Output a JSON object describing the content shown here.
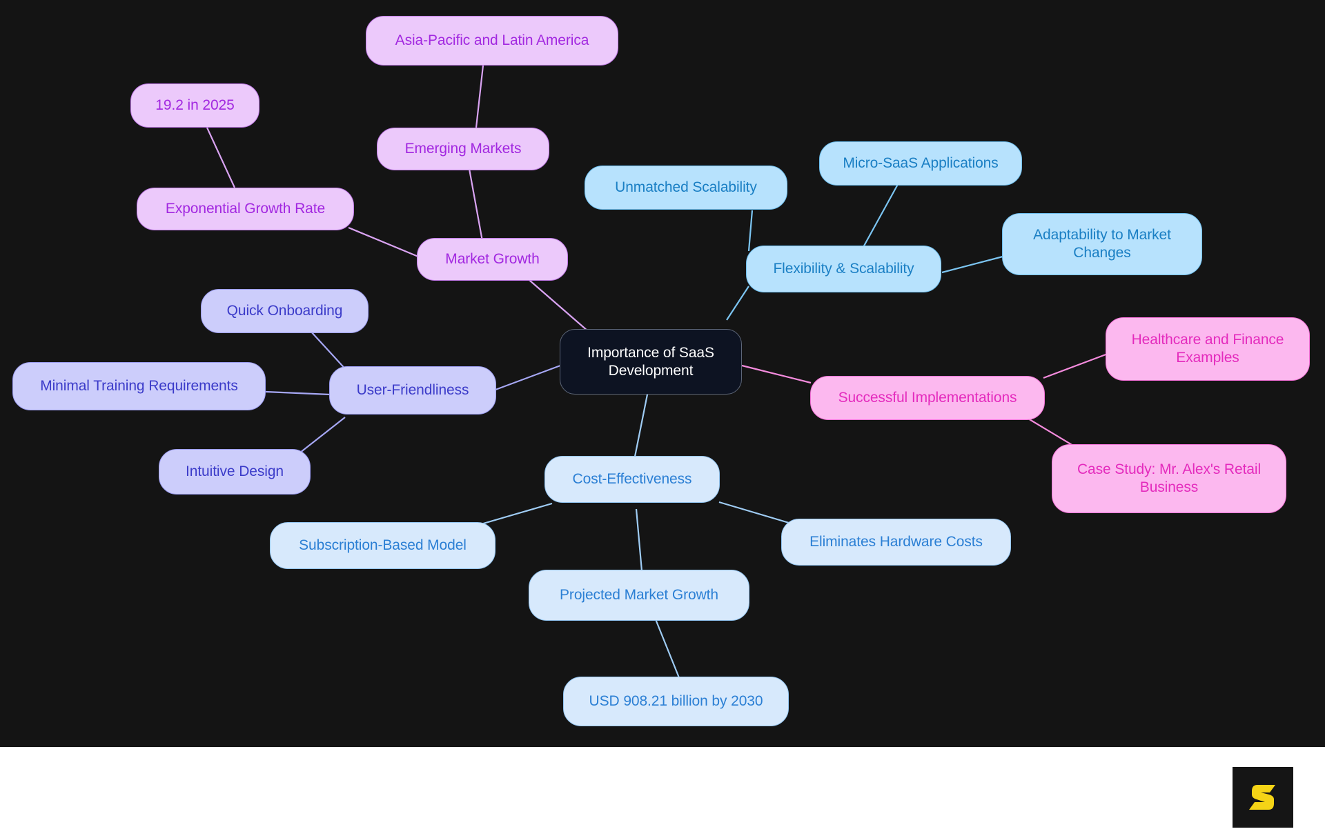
{
  "diagram": {
    "type": "mindmap",
    "title": "Importance of SaaS Development",
    "background_color": "#141414",
    "footer_background_color": "#ffffff",
    "central_node": {
      "label": "Importance of SaaS\nDevelopment",
      "fill": "#0d1322",
      "border": "#5d6678",
      "text_color": "#ffffff"
    },
    "branches": [
      {
        "id": "market-growth",
        "label": "Market Growth",
        "color_family": "violet",
        "fill": "#ecc9fb",
        "text_color": "#a228e0",
        "children": [
          {
            "id": "emerging-markets",
            "label": "Emerging Markets",
            "children": [
              {
                "id": "asia-pacific-latin-america",
                "label": "Asia-Pacific and Latin America"
              }
            ]
          },
          {
            "id": "exponential-growth-rate",
            "label": "Exponential Growth Rate",
            "children": [
              {
                "id": "rate-19-2-in-2025",
                "label": "19.2 in 2025"
              }
            ]
          }
        ]
      },
      {
        "id": "flexibility-scalability",
        "label": "Flexibility & Scalability",
        "color_family": "blue",
        "fill": "#b7e2fd",
        "text_color": "#1a7fc4",
        "children": [
          {
            "id": "unmatched-scalability",
            "label": "Unmatched Scalability"
          },
          {
            "id": "micro-saas-applications",
            "label": "Micro-SaaS Applications"
          },
          {
            "id": "adaptability-to-market-changes",
            "label": "Adaptability to Market\nChanges"
          }
        ]
      },
      {
        "id": "successful-implementations",
        "label": "Successful Implementations",
        "color_family": "pink",
        "fill": "#fcb8ef",
        "text_color": "#e42bbd",
        "children": [
          {
            "id": "healthcare-finance-examples",
            "label": "Healthcare and Finance\nExamples"
          },
          {
            "id": "case-study-mr-alex-retail",
            "label": "Case Study: Mr. Alex's Retail\nBusiness"
          }
        ]
      },
      {
        "id": "user-friendliness",
        "label": "User-Friendliness",
        "color_family": "lavender",
        "fill": "#cccdfb",
        "text_color": "#3b3bc9",
        "children": [
          {
            "id": "quick-onboarding",
            "label": "Quick Onboarding"
          },
          {
            "id": "minimal-training-requirements",
            "label": "Minimal Training Requirements"
          },
          {
            "id": "intuitive-design",
            "label": "Intuitive Design"
          }
        ]
      },
      {
        "id": "cost-effectiveness",
        "label": "Cost-Effectiveness",
        "color_family": "paleblue",
        "fill": "#d7e9fc",
        "text_color": "#2b7fd4",
        "children": [
          {
            "id": "subscription-based-model",
            "label": "Subscription-Based Model"
          },
          {
            "id": "eliminates-hardware-costs",
            "label": "Eliminates Hardware Costs"
          },
          {
            "id": "projected-market-growth",
            "label": "Projected Market Growth",
            "children": [
              {
                "id": "usd-908-21-billion-by-2030",
                "label": "USD 908.21 billion by 2030"
              }
            ]
          }
        ]
      }
    ]
  },
  "branding": {
    "logo_name": "s-logo",
    "logo_color": "#f5d416",
    "logo_background": "#151515"
  }
}
